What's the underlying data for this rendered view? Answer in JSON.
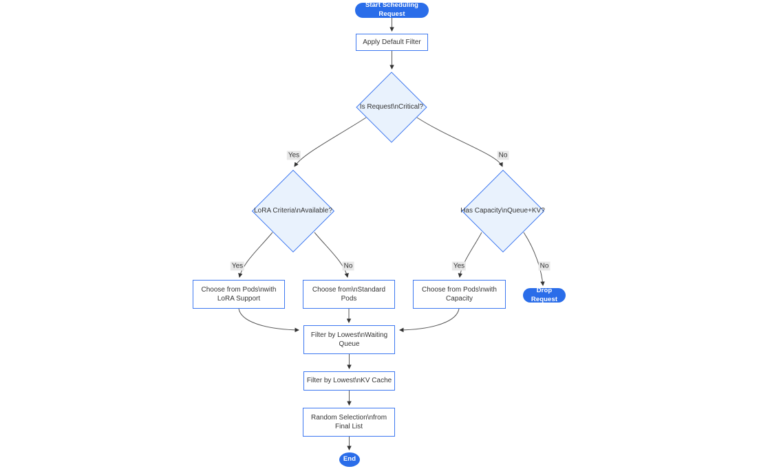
{
  "diagram": {
    "type": "flowchart",
    "nodes": {
      "start": {
        "label": "Start Scheduling Request",
        "shape": "pill"
      },
      "apply_filter": {
        "label": "Apply Default Filter",
        "shape": "process"
      },
      "is_critical": {
        "label": "Is Request\\nCritical?",
        "shape": "decision"
      },
      "lora_available": {
        "label": "LoRA Criteria\\nAvailable?",
        "shape": "decision"
      },
      "has_capacity": {
        "label": "Has Capacity\\nQueue+KV?",
        "shape": "decision"
      },
      "choose_lora": {
        "label": "Choose from Pods\\nwith LoRA Support",
        "shape": "process"
      },
      "choose_standard": {
        "label": "Choose from\\nStandard Pods",
        "shape": "process"
      },
      "choose_capacity": {
        "label": "Choose from Pods\\nwith Capacity",
        "shape": "process"
      },
      "drop_request": {
        "label": "Drop Request",
        "shape": "pill"
      },
      "filter_queue": {
        "label": "Filter by Lowest\\nWaiting Queue",
        "shape": "process"
      },
      "filter_kv": {
        "label": "Filter by Lowest\\nKV Cache",
        "shape": "process"
      },
      "random_selection": {
        "label": "Random Selection\\nfrom Final List",
        "shape": "process"
      },
      "end": {
        "label": "End",
        "shape": "pill"
      }
    },
    "edge_labels": {
      "critical_yes": "Yes",
      "critical_no": "No",
      "lora_yes": "Yes",
      "lora_no": "No",
      "capacity_yes": "Yes",
      "capacity_no": "No"
    },
    "colors": {
      "accent_blue": "#2a6de9",
      "node_border_blue": "#3b76f0",
      "decision_fill": "#e9f2fd",
      "edge_line": "#555555",
      "arrowhead": "#333333",
      "edge_label_bg": "#e8e8e8",
      "text": "#333333",
      "background": "#ffffff"
    }
  }
}
